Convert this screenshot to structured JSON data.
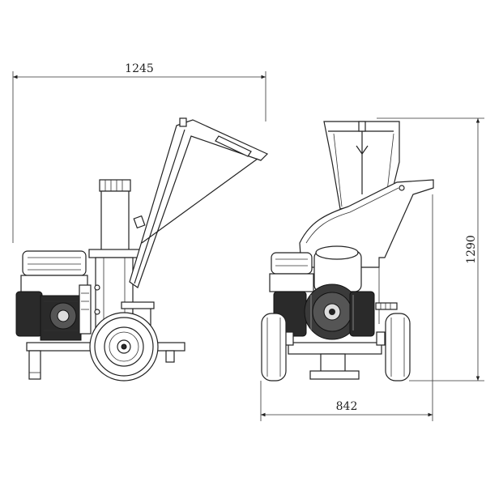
{
  "dimensions": {
    "overall_length": "1245",
    "overall_height": "1290",
    "overall_width": "842"
  },
  "colors": {
    "line": "#222222",
    "background": "#ffffff",
    "dark_parts": "#2a2a2a"
  }
}
